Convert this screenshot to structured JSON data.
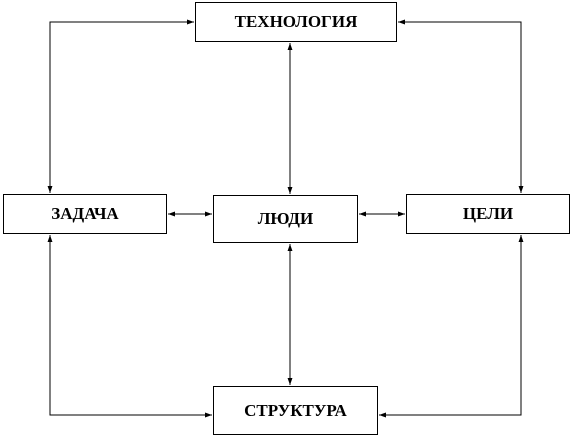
{
  "nodes": {
    "technology": "ТЕХНОЛОГИЯ",
    "task": "ЗАДАЧА",
    "people": "ЛЮДИ",
    "goals": "ЦЕЛИ",
    "structure": "СТРУКТУРА"
  },
  "connections": [
    {
      "from": "technology",
      "to": "task"
    },
    {
      "from": "technology",
      "to": "goals"
    },
    {
      "from": "technology",
      "to": "people"
    },
    {
      "from": "task",
      "to": "people"
    },
    {
      "from": "people",
      "to": "goals"
    },
    {
      "from": "people",
      "to": "structure"
    },
    {
      "from": "task",
      "to": "structure"
    },
    {
      "from": "goals",
      "to": "structure"
    }
  ],
  "colors": {
    "line": "#000000",
    "box_border": "#000000",
    "background": "#ffffff"
  }
}
